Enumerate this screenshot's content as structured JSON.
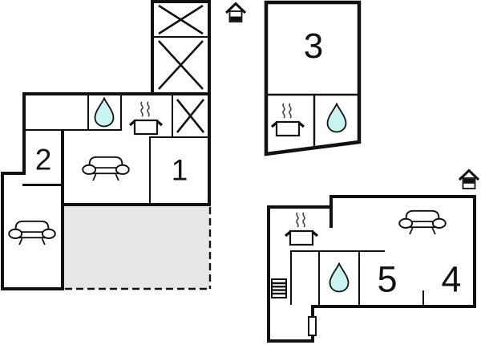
{
  "title": "Holiday house floor plan",
  "colors": {
    "wall": "#111111",
    "background": "#ffffff",
    "water": "#c9f3f1",
    "terrace": "#e6e6e6"
  },
  "rooms": {
    "r1": "1",
    "r2": "2",
    "r3": "3",
    "r4": "4",
    "r5": "5"
  },
  "areas": {
    "apartment_left": "apartment with rooms 1-2, kitchen, bathroom, lounge, annex lounge, terrace",
    "studio_top_right": "studio 3 with kitchen and bathroom",
    "apartment_bottom_right": "apartment with rooms 4-5, kitchen, bathroom, lounge, entrance"
  },
  "icons": {
    "bathroom": "water-drop-icon",
    "kitchen": "cooking-pot-icon",
    "lounge": "sofa-icon",
    "heating": "radiator-icon",
    "entrance_lower": "house-ground-floor-icon",
    "entrance_upper": "house-upper-floor-icon",
    "not_included": "crossed-box-icon",
    "terrace": "terrace-dashed-area"
  }
}
